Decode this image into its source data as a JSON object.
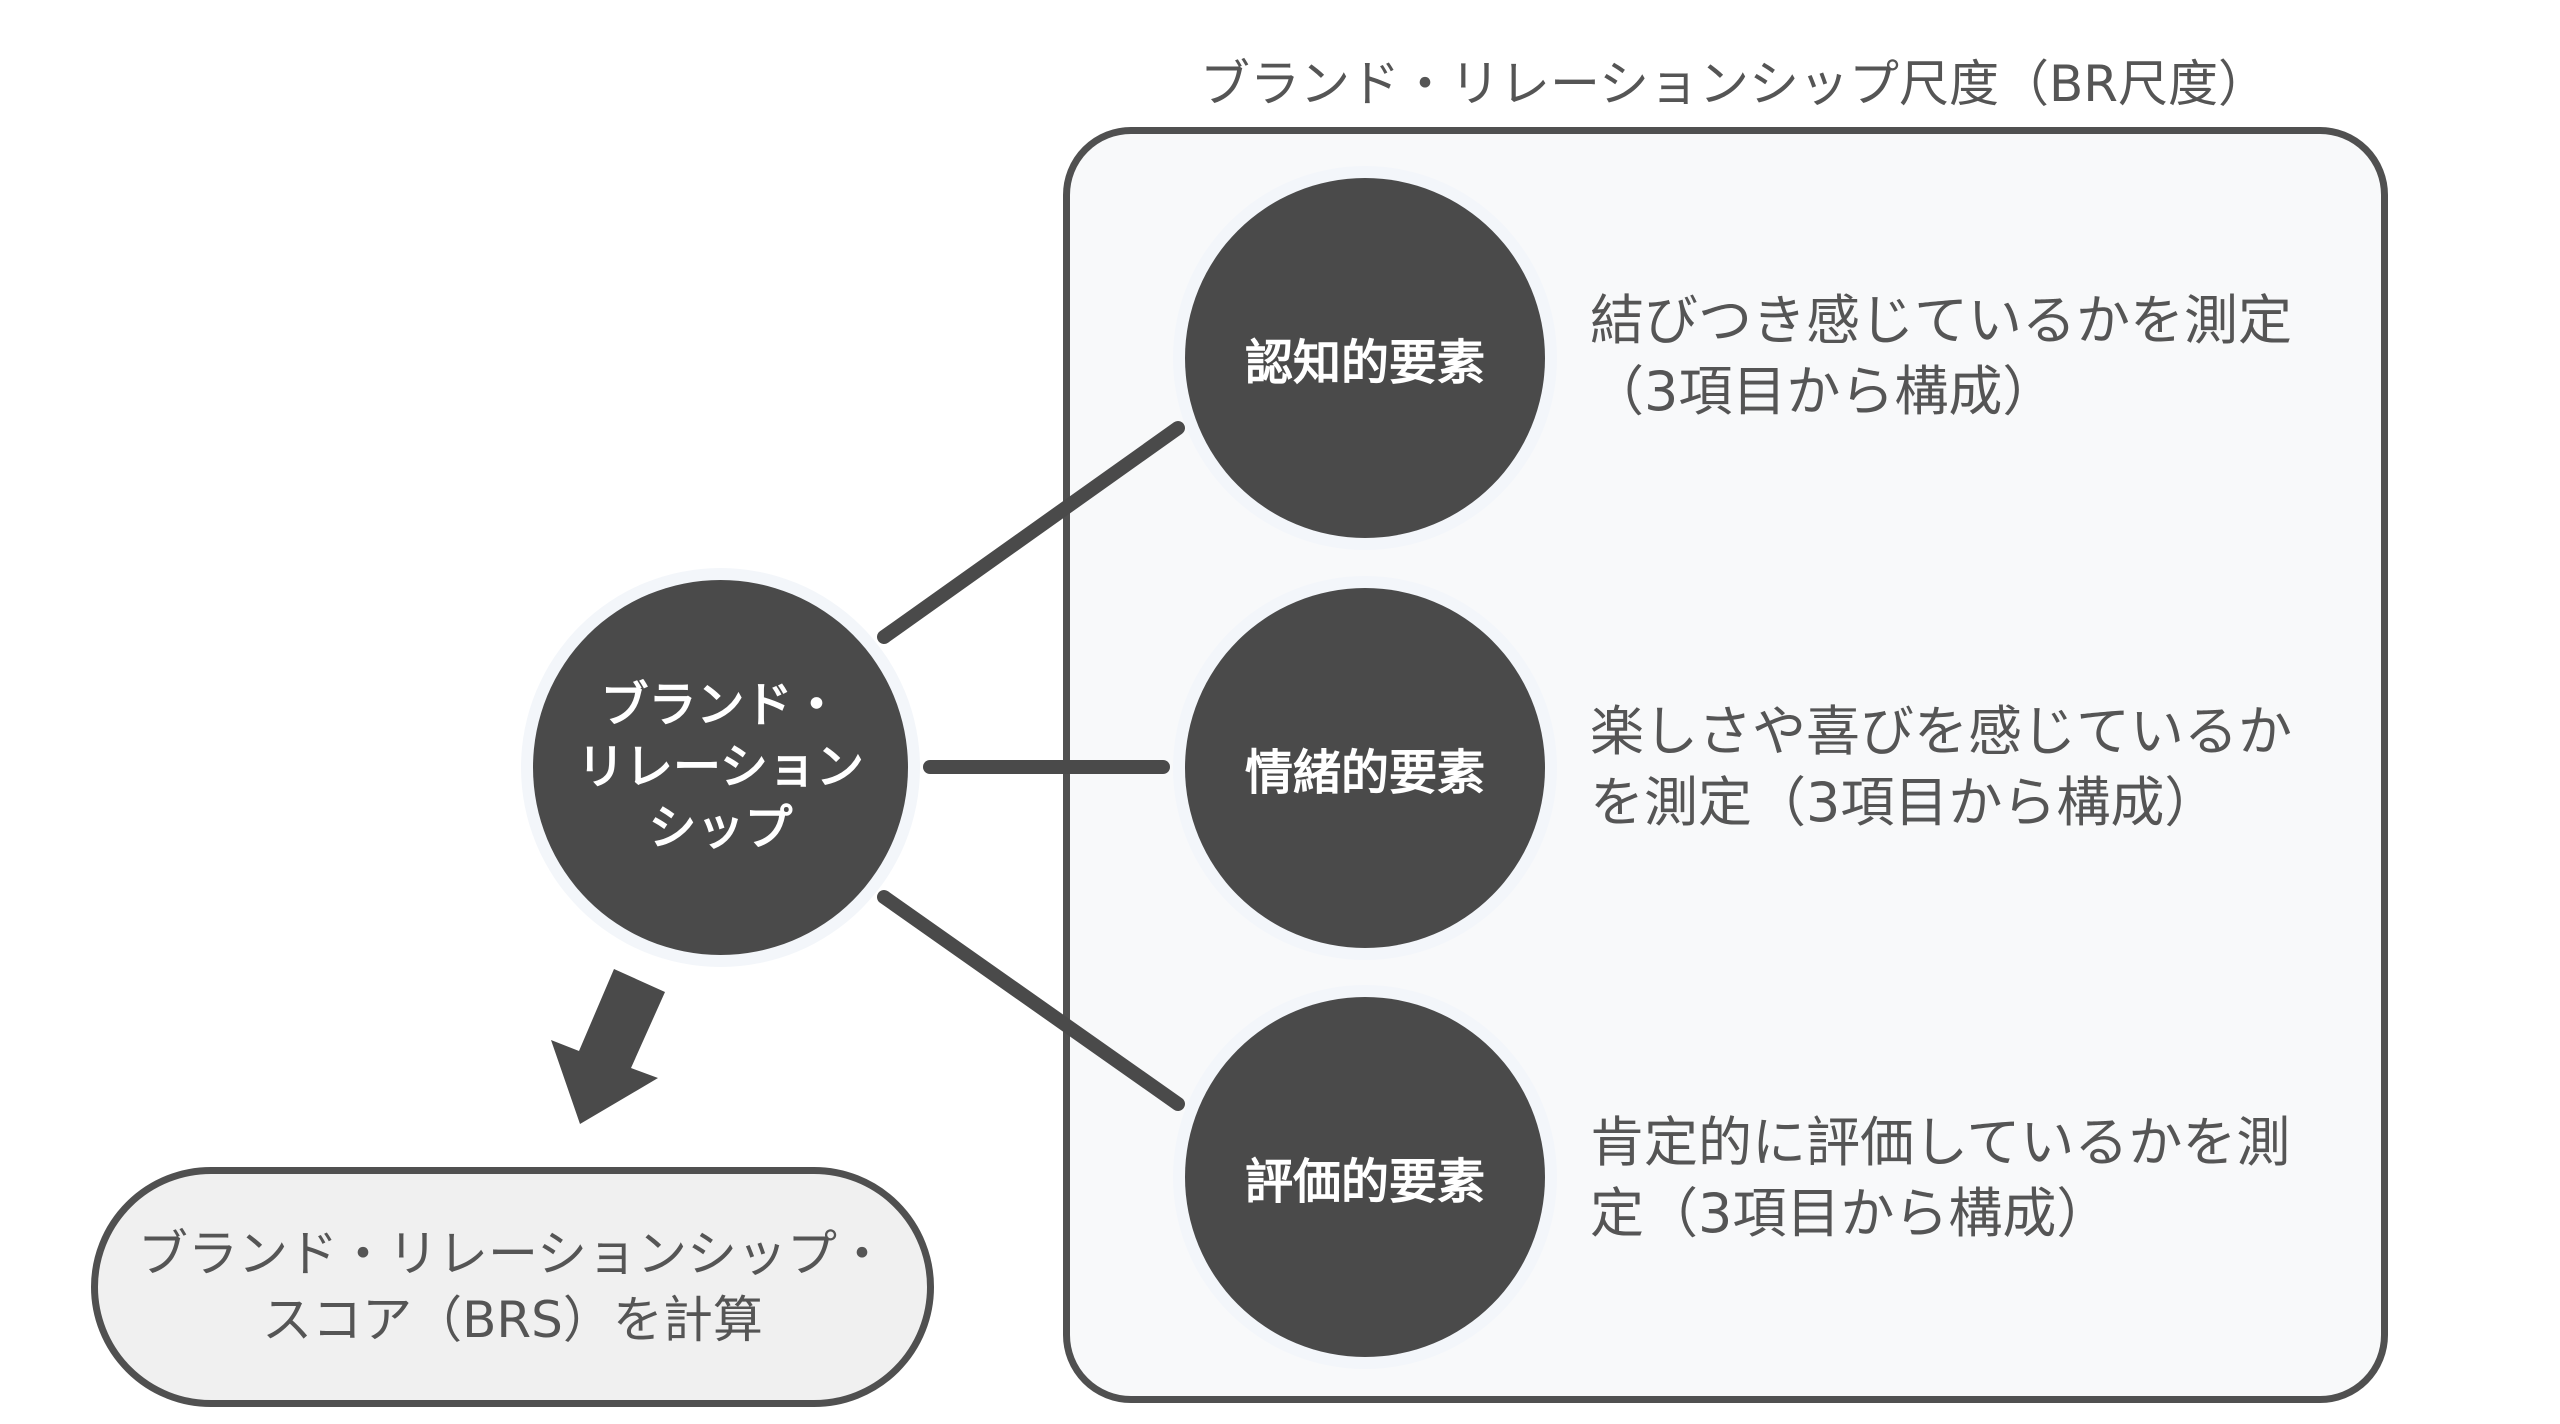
{
  "scale": {
    "title": "ブランド・リレーションシップ尺度（BR尺度）"
  },
  "center": {
    "label": "ブランド・\nリレーション\nシップ"
  },
  "elements": [
    {
      "label": "認知的要素",
      "description": "結びつき感じているかを測定\n（3項目から構成）"
    },
    {
      "label": "情緒的要素",
      "description": "楽しさや喜びを感じているか\nを測定（3項目から構成）"
    },
    {
      "label": "評価的要素",
      "description": "肯定的に評価しているかを測\n定（3項目から構成）"
    }
  ],
  "result": {
    "label": "ブランド・リレーションシップ・\nスコア（BRS）を計算"
  },
  "colors": {
    "node_fill": "#4a4a4a",
    "box_border": "#505050",
    "box_fill": "#f8f9fa",
    "text": "#555555",
    "pill_fill": "#f0f0f0"
  }
}
